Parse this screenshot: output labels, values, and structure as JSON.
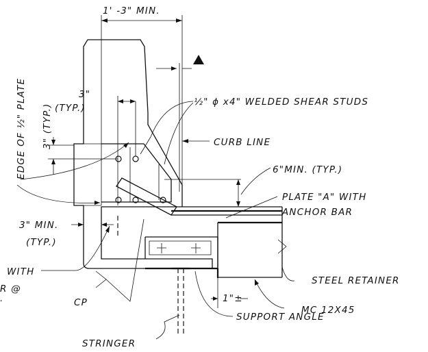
{
  "labels": {
    "min_width": "1' -3\" MIN.",
    "plate_edge": "EDGE OF ½\" PLATE",
    "three_typ_vertical": "3\" (TYP.)",
    "three_inch": "3\"",
    "typ": "(TYP.)",
    "shear_studs": "½\" ϕ x4\" WELDED SHEAR STUDS",
    "curb_line": "CURB LINE",
    "six_min": "6\"MIN. (TYP.)",
    "plate_a_line1": "PLATE \"A\" WITH",
    "plate_a_line2": "ANCHOR BAR",
    "three_min": "3\" MIN.",
    "typ2": "(TYP.)",
    "with": "WITH",
    "r_at": "R @",
    "dot": ".",
    "cp": "CP",
    "one_inch": "1\"±",
    "steel_retainer": "STEEL RETAINER",
    "mc": "MC 12X45",
    "support_angle": "SUPPORT ANGLE",
    "stringer": "STRINGER"
  }
}
